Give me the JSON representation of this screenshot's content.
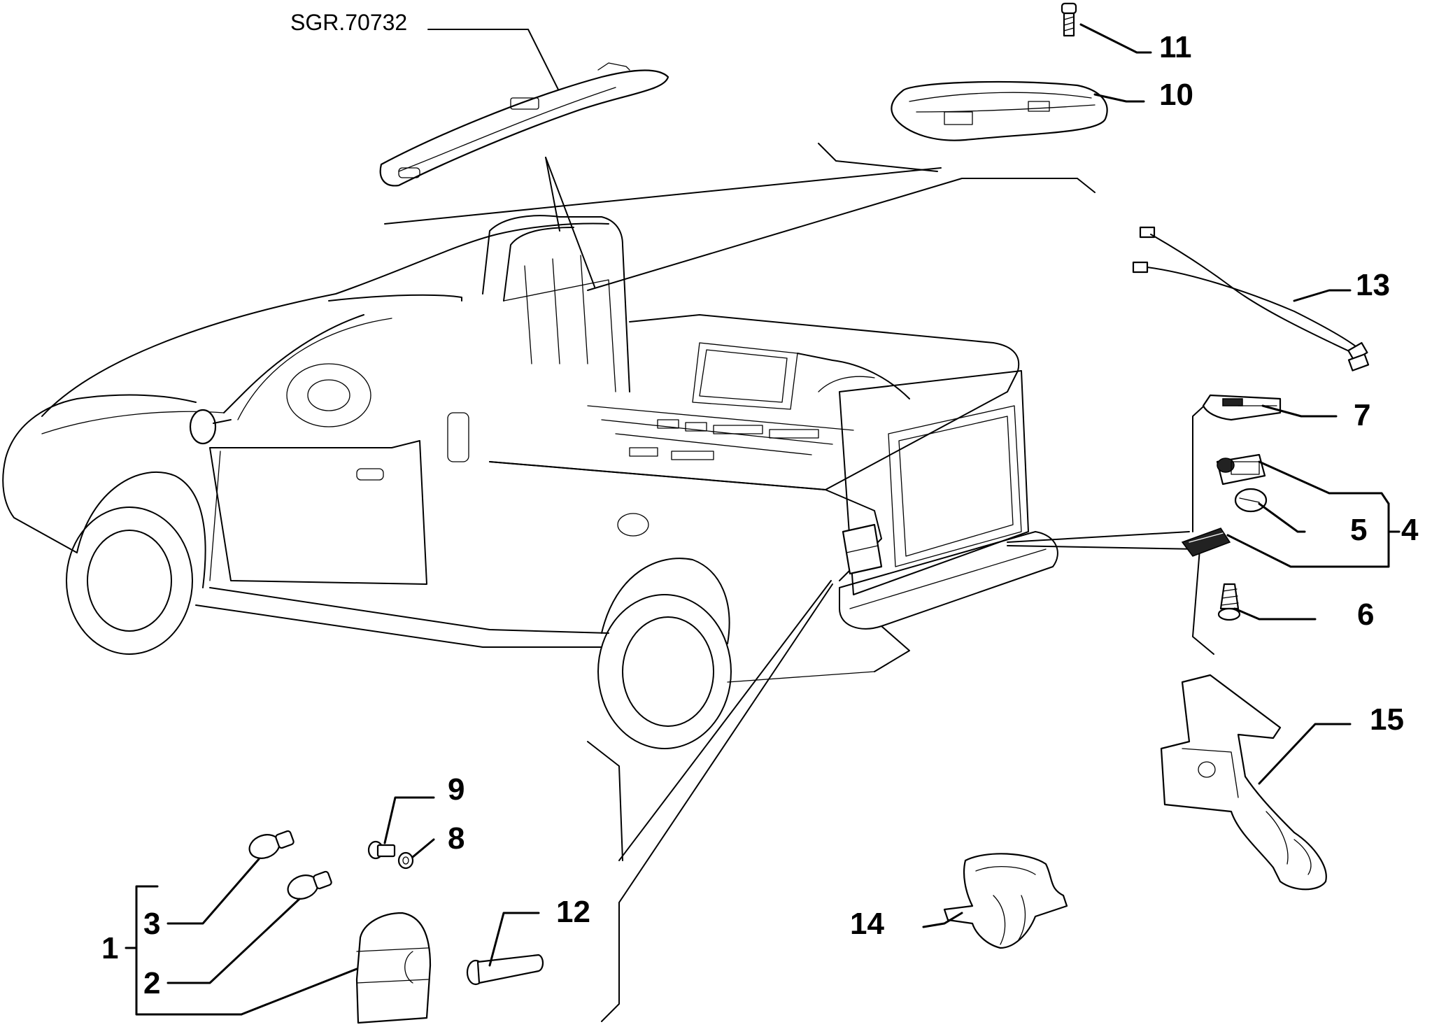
{
  "reference_code": "SGR.70732",
  "callouts": {
    "c1": "1",
    "c2": "2",
    "c3": "3",
    "c4": "4",
    "c5": "5",
    "c6": "6",
    "c7": "7",
    "c8": "8",
    "c9": "9",
    "c10": "10",
    "c11": "11",
    "c12": "12",
    "c13": "13",
    "c14": "14",
    "c15": "15"
  }
}
